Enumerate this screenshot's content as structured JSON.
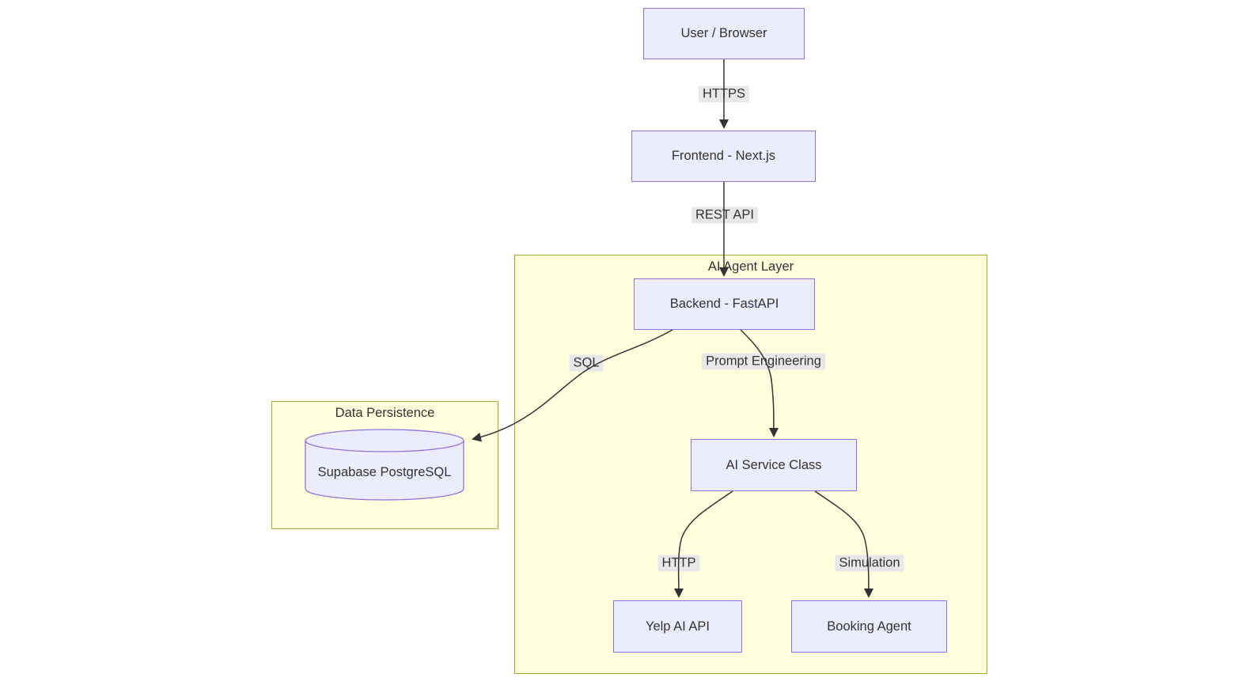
{
  "diagram": {
    "type": "flowchart",
    "background": "#FFFFFF",
    "colors": {
      "node_fill": "#ECECFF",
      "node_border": "#9370DB",
      "subgraph_fill": "#FFFFDE",
      "subgraph_border": "#AAAA33",
      "edge_stroke": "#333333",
      "edge_label_bg": "#E8E8E8",
      "text": "#333333"
    },
    "subgraphs": {
      "ai_agent_layer": {
        "title": "AI Agent Layer",
        "contains": [
          "Backend - FastAPI",
          "AI Service Class",
          "Yelp AI API",
          "Booking Agent"
        ]
      },
      "data_persistence": {
        "title": "Data Persistence",
        "contains": [
          "Supabase PostgreSQL"
        ]
      }
    },
    "nodes": {
      "user_browser": {
        "label": "User / Browser",
        "shape": "rect"
      },
      "frontend": {
        "label": "Frontend - Next.js",
        "shape": "rect"
      },
      "backend": {
        "label": "Backend - FastAPI",
        "shape": "rect"
      },
      "supabase": {
        "label": "Supabase PostgreSQL",
        "shape": "cylinder"
      },
      "ai_service": {
        "label": "AI Service Class",
        "shape": "rect"
      },
      "yelp": {
        "label": "Yelp AI API",
        "shape": "rect"
      },
      "booking": {
        "label": "Booking Agent",
        "shape": "rect"
      }
    },
    "edges": [
      {
        "from": "User / Browser",
        "to": "Frontend - Next.js",
        "label": "HTTPS"
      },
      {
        "from": "Frontend - Next.js",
        "to": "Backend - FastAPI",
        "label": "REST API"
      },
      {
        "from": "Backend - FastAPI",
        "to": "Supabase PostgreSQL",
        "label": "SQL"
      },
      {
        "from": "Backend - FastAPI",
        "to": "AI Service Class",
        "label": "Prompt Engineering"
      },
      {
        "from": "AI Service Class",
        "to": "Yelp AI API",
        "label": "HTTP"
      },
      {
        "from": "AI Service Class",
        "to": "Booking Agent",
        "label": "Simulation"
      }
    ]
  }
}
